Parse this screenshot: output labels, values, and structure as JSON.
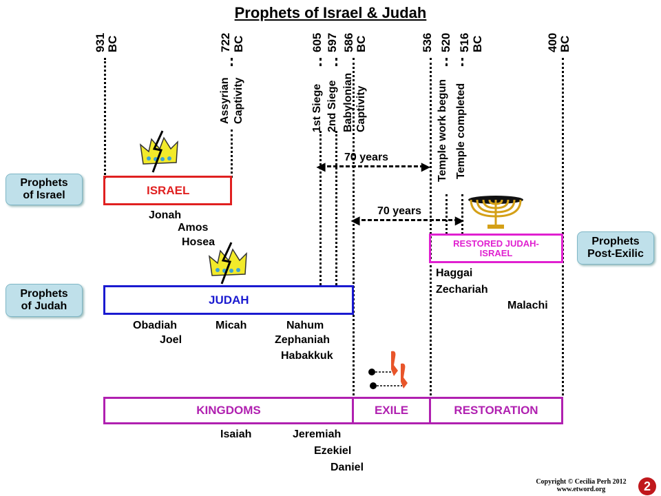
{
  "title": "Prophets of Israel & Judah",
  "years": {
    "y931": "931",
    "y722": "722",
    "y605": "605",
    "y597": "597",
    "y586": "586",
    "y536": "536",
    "y520": "520",
    "y516": "516",
    "y400": "400",
    "bc": "BC"
  },
  "events": {
    "assyrian_1": "Assyrian",
    "assyrian_2": "Captivity",
    "siege1": "1st Siege",
    "siege2": "2nd Siege",
    "babylonian_1": "Babylonian",
    "babylonian_2": "Captivity",
    "temple_begun": "Temple work begun",
    "temple_completed": "Temple completed"
  },
  "spans": {
    "seventy_a": "70 years",
    "seventy_b": "70 years"
  },
  "groups": {
    "israel_1": "Prophets",
    "israel_2": "of Israel",
    "judah_1": "Prophets",
    "judah_2": "of Judah",
    "post_1": "Prophets",
    "post_2": "Post-Exilic"
  },
  "kingdoms": {
    "israel": "ISRAEL",
    "judah": "JUDAH",
    "restored_1": "RESTORED JUDAH-",
    "restored_2": "ISRAEL"
  },
  "periods": {
    "kingdoms": "KINGDOMS",
    "exile": "EXILE",
    "restoration": "RESTORATION"
  },
  "prophets": {
    "jonah": "Jonah",
    "amos": "Amos",
    "hosea": "Hosea",
    "obadiah": "Obadiah",
    "joel": "Joel",
    "micah": "Micah",
    "nahum": "Nahum",
    "zephaniah": "Zephaniah",
    "habakkuk": "Habakkuk",
    "haggai": "Haggai",
    "zechariah": "Zechariah",
    "malachi": "Malachi",
    "isaiah": "Isaiah",
    "jeremiah": "Jeremiah",
    "ezekiel": "Ezekiel",
    "daniel": "Daniel"
  },
  "copyright": {
    "line1": "Copyright © Cecilia Perh 2012",
    "line2": "www.etword.org"
  },
  "colors": {
    "israel": "#e02020",
    "judah": "#1a1ad0",
    "restored": "#e020d0",
    "period": "#b020b0",
    "tag_bg": "#bfe0ea"
  }
}
